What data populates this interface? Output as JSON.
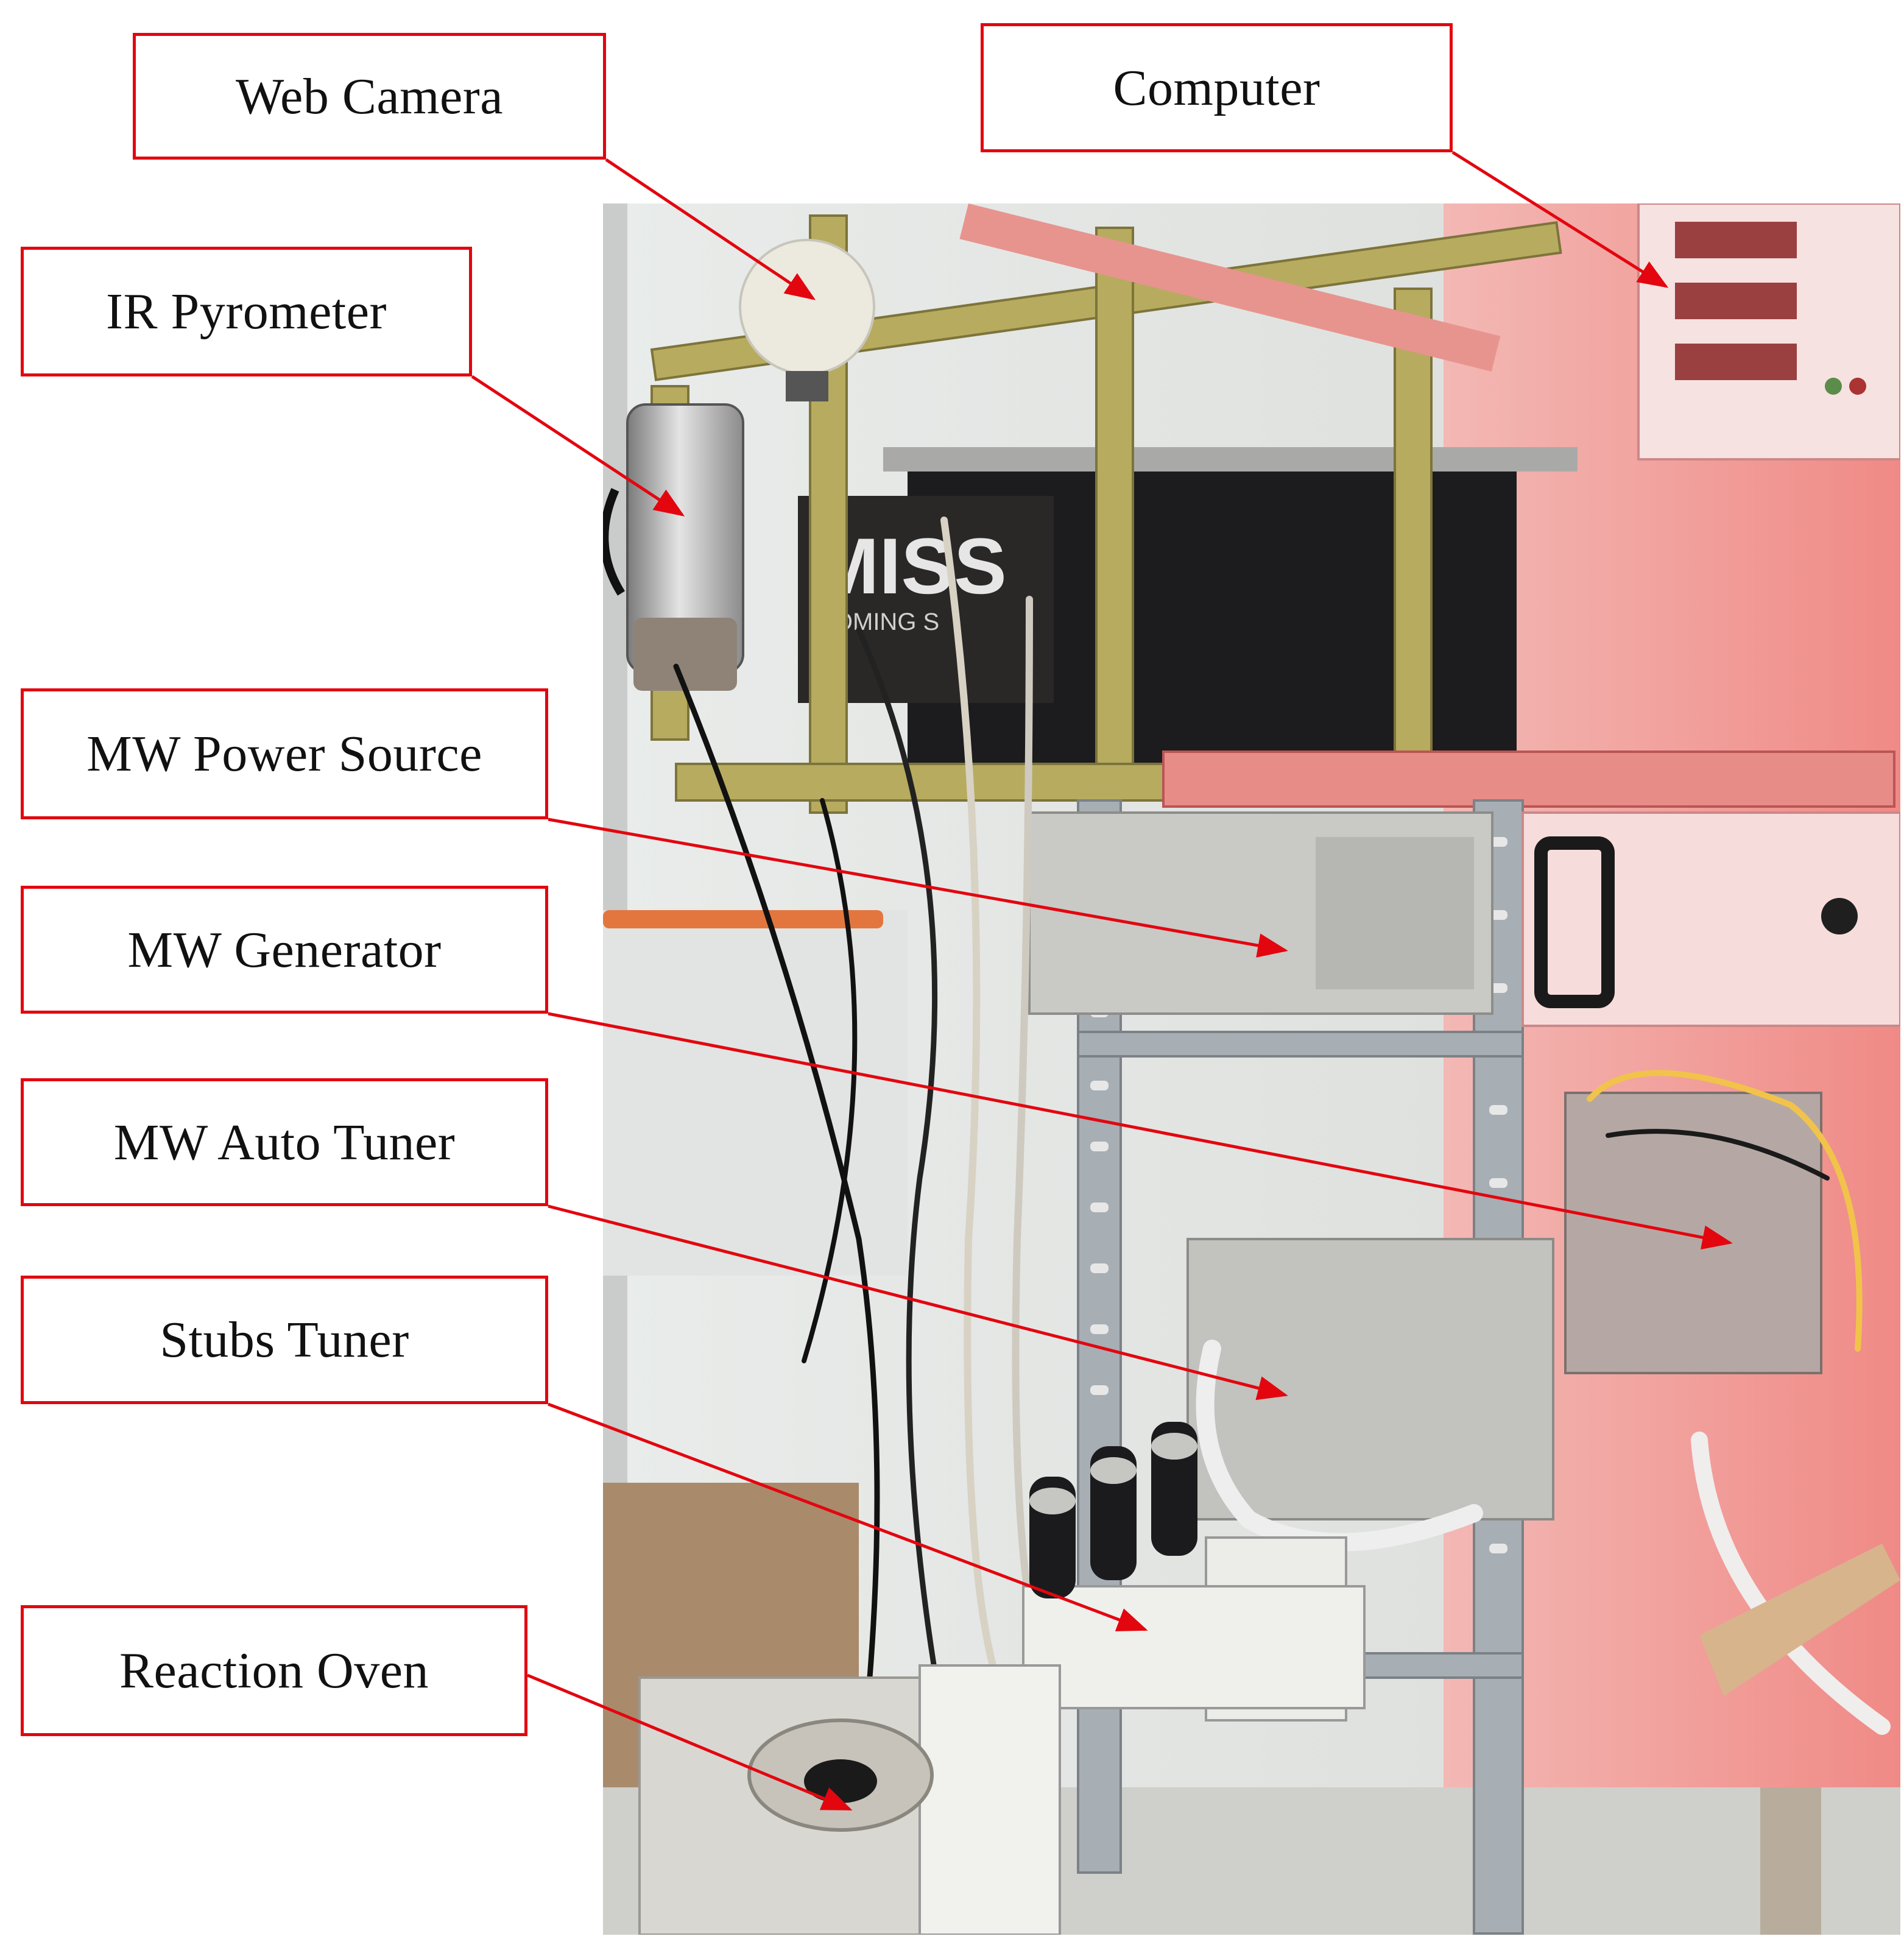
{
  "labels": [
    {
      "id": "web-camera",
      "text": "Web Camera"
    },
    {
      "id": "computer",
      "text": "Computer"
    },
    {
      "id": "ir-pyrometer",
      "text": "IR Pyrometer"
    },
    {
      "id": "mw-power-source",
      "text": "MW Power Source"
    },
    {
      "id": "mw-generator",
      "text": "MW Generator"
    },
    {
      "id": "mw-auto-tuner",
      "text": "MW Auto Tuner"
    },
    {
      "id": "stubs-tuner",
      "text": "Stubs Tuner"
    },
    {
      "id": "reaction-oven",
      "text": "Reaction Oven"
    }
  ],
  "photo_text": {
    "poster_line_1": "MISS",
    "poster_line_2": "COMING S"
  },
  "colors": {
    "label_border": "#e3060f",
    "arrow": "#e3060f",
    "rack_tint": "#f0a0a0"
  }
}
